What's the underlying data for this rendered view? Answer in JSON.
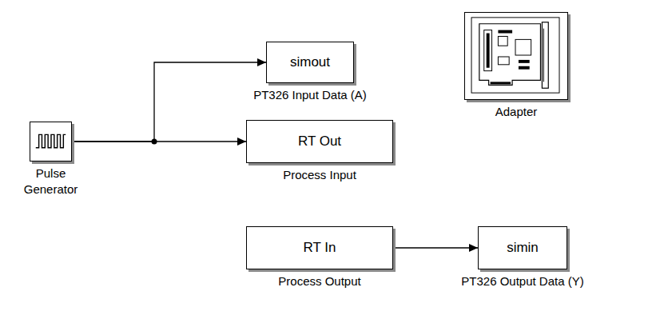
{
  "diagram": {
    "nodes": [
      {
        "text": [
          "simout",
          "PT326 Input Data (A)"
        ]
      },
      {
        "text": [
          "Adapter"
        ]
      },
      {
        "text": [
          "Pulse Generator"
        ]
      },
      {
        "text": [
          "RT Out",
          "Process Input"
        ]
      },
      {
        "text": [
          "RT In",
          "Process Output"
        ]
      },
      {
        "text": [
          "simin",
          "PT326 Output Data (Y)"
        ]
      }
    ],
    "edges": [
      {
        "from": 2,
        "to": 0,
        "arrow": "to"
      },
      {
        "from": 2,
        "to": 3,
        "arrow": "to"
      },
      {
        "from": 4,
        "to": 5,
        "arrow": "to"
      }
    ]
  }
}
